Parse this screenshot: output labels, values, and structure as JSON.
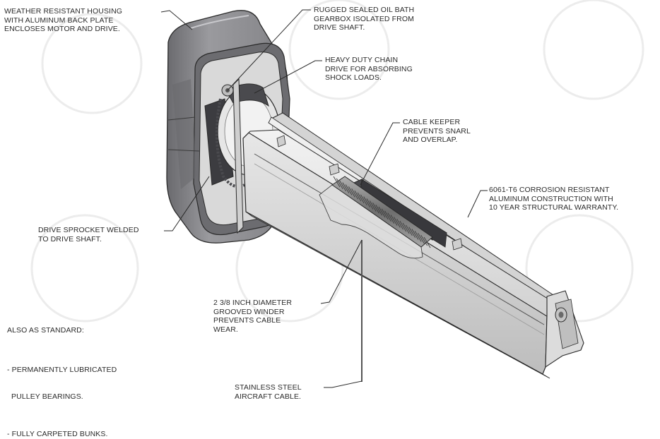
{
  "callouts": {
    "housing": [
      "WEATHER RESISTANT HOUSING",
      "WITH ALUMINUM BACK PLATE",
      "ENCLOSES MOTOR AND DRIVE."
    ],
    "gearbox": [
      "RUGGED SEALED OIL BATH",
      "GEARBOX ISOLATED FROM",
      "DRIVE SHAFT."
    ],
    "chain": [
      "HEAVY DUTY CHAIN",
      "DRIVE FOR ABSORBING",
      "SHOCK LOADS."
    ],
    "keeper": [
      "CABLE KEEPER",
      "PREVENTS SNARL",
      "AND OVERLAP."
    ],
    "aluminum": [
      "6061-T6 CORROSION RESISTANT",
      "ALUMINUM CONSTRUCTION WITH",
      "10 YEAR STRUCTURAL WARRANTY."
    ],
    "sprocket": [
      "DRIVE SPROCKET WELDED",
      "TO DRIVE SHAFT."
    ],
    "winder": [
      "2 3/8 INCH DIAMETER",
      "GROOVED WINDER",
      "PREVENTS CABLE",
      "WEAR."
    ],
    "cable": [
      "STAINLESS STEEL",
      "AIRCRAFT CABLE."
    ]
  },
  "standard": {
    "heading": "ALSO AS STANDARD:",
    "items": [
      [
        "- PERMANENTLY LUBRICATED",
        "  PULLEY BEARINGS."
      ],
      [
        "- FULLY CARPETED BUNKS."
      ]
    ]
  },
  "colors": {
    "line": "#2a2a2a",
    "housing_fill": "#8e8e92",
    "housing_dark": "#5c5c60",
    "beam_light": "#e4e4e4",
    "beam_mid": "#c9c9c9",
    "beam_dark": "#9b9b9b"
  }
}
